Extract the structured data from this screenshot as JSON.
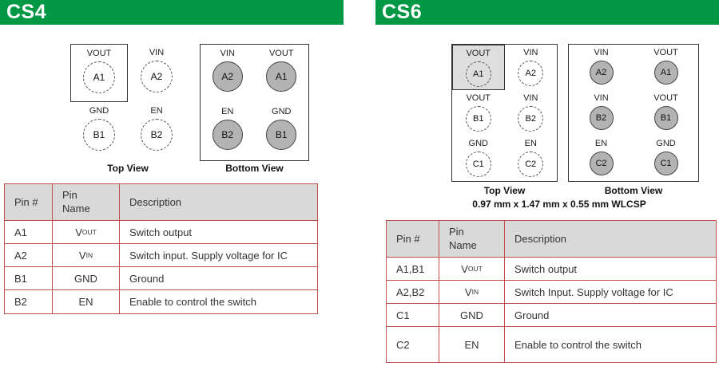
{
  "colors": {
    "header_green": "#009845",
    "table_border": "#c0504d",
    "table_header_bg": "#d9d9d9",
    "pad_fill": "#b3b3b3",
    "a1_fill": "#dedede"
  },
  "cs4": {
    "title": "CS4",
    "top_view": {
      "caption": "Top View",
      "pins": [
        {
          "label": "VOUT",
          "pin": "A1"
        },
        {
          "label": "VIN",
          "pin": "A2"
        },
        {
          "label": "GND",
          "pin": "B1"
        },
        {
          "label": "EN",
          "pin": "B2"
        }
      ]
    },
    "bottom_view": {
      "caption": "Bottom View",
      "pins": [
        {
          "label": "VIN",
          "pin": "A2"
        },
        {
          "label": "VOUT",
          "pin": "A1"
        },
        {
          "label": "EN",
          "pin": "B2"
        },
        {
          "label": "GND",
          "pin": "B1"
        }
      ]
    },
    "table": {
      "headers": [
        "Pin #",
        "Pin Name",
        "Description"
      ],
      "rows": [
        {
          "pin": "A1",
          "name_base": "V",
          "name_sub": "OUT",
          "desc": "Switch output"
        },
        {
          "pin": "A2",
          "name_base": "V",
          "name_sub": "IN",
          "desc": "Switch input. Supply voltage for IC"
        },
        {
          "pin": "B1",
          "name_base": "GND",
          "name_sub": "",
          "desc": "Ground"
        },
        {
          "pin": "B2",
          "name_base": "EN",
          "name_sub": "",
          "desc": "Enable to control the switch"
        }
      ]
    }
  },
  "cs6": {
    "title": "CS6",
    "top_view": {
      "caption": "Top View",
      "pins": [
        {
          "label": "VOUT",
          "pin": "A1"
        },
        {
          "label": "VIN",
          "pin": "A2"
        },
        {
          "label": "VOUT",
          "pin": "B1"
        },
        {
          "label": "VIN",
          "pin": "B2"
        },
        {
          "label": "GND",
          "pin": "C1"
        },
        {
          "label": "EN",
          "pin": "C2"
        }
      ]
    },
    "bottom_view": {
      "caption": "Bottom View",
      "pins": [
        {
          "label": "VIN",
          "pin": "A2"
        },
        {
          "label": "VOUT",
          "pin": "A1"
        },
        {
          "label": "VIN",
          "pin": "B2"
        },
        {
          "label": "VOUT",
          "pin": "B1"
        },
        {
          "label": "EN",
          "pin": "C2"
        },
        {
          "label": "GND",
          "pin": "C1"
        }
      ]
    },
    "size_caption": "0.97 mm x 1.47 mm x 0.55 mm WLCSP",
    "table": {
      "headers": [
        "Pin #",
        "Pin Name",
        "Description"
      ],
      "rows": [
        {
          "pin": "A1,B1",
          "name_base": "V",
          "name_sub": "OUT",
          "desc": "Switch output"
        },
        {
          "pin": "A2,B2",
          "name_base": "V",
          "name_sub": "IN",
          "desc": "Switch Input. Supply voltage for IC"
        },
        {
          "pin": "C1",
          "name_base": "GND",
          "name_sub": "",
          "desc": "Ground"
        },
        {
          "pin": "C2",
          "name_base": "EN",
          "name_sub": "",
          "desc": "Enable to control the switch"
        }
      ]
    }
  }
}
